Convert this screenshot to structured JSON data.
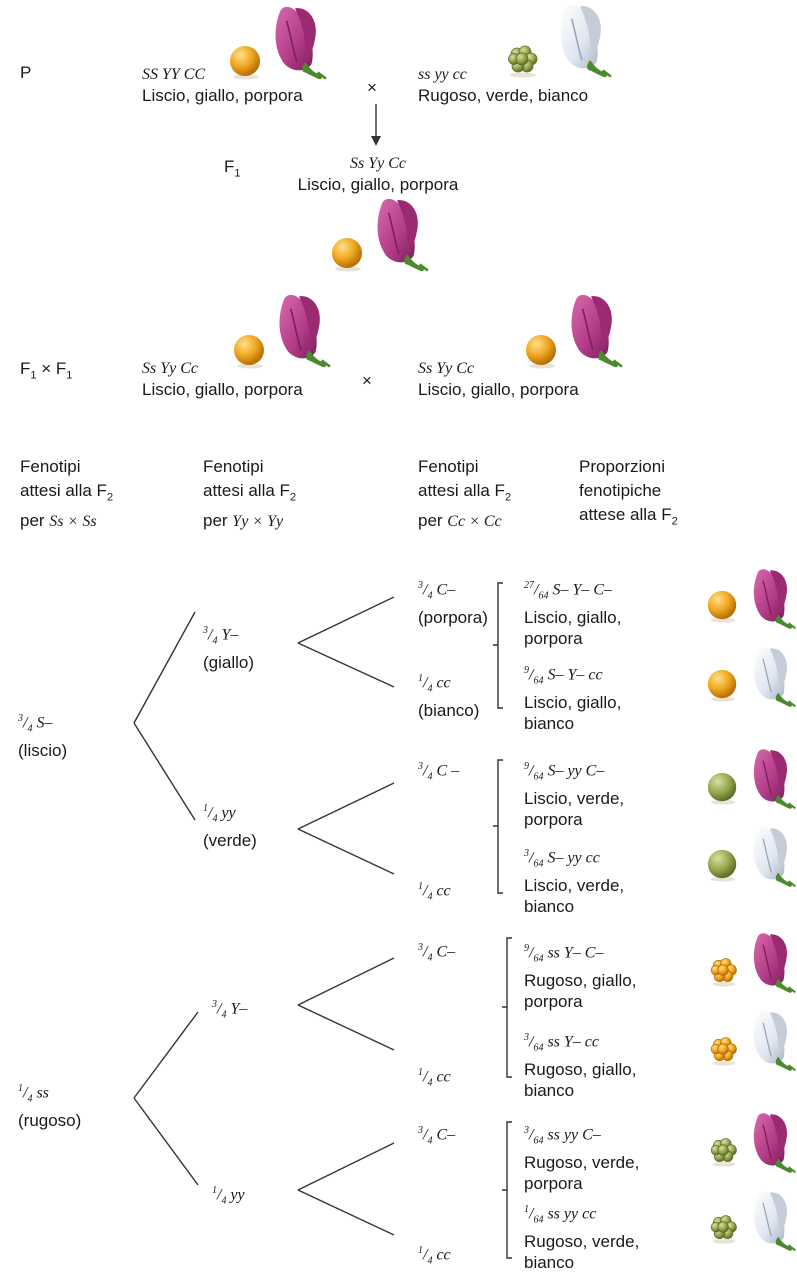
{
  "top": {
    "p_label": "P",
    "p_left_genotype": "SS YY CC",
    "p_left_phenotype": "Liscio, giallo, porpora",
    "cross_symbol": "×",
    "p_right_genotype": "ss yy cc",
    "p_right_phenotype": "Rugoso, verde, bianco",
    "f1_label": "F",
    "f1_sub": "1",
    "f1_genotype": "Ss Yy Cc",
    "f1_phenotype": "Liscio, giallo, porpora",
    "f1xf1_label_a": "F",
    "f1xf1_sub_a": "1",
    "f1xf1_times": " × F",
    "f1xf1_sub_b": "1",
    "f1xf1_left_genotype": "Ss Yy Cc",
    "f1xf1_left_phenotype": "Liscio, giallo, porpora",
    "f1xf1_right_genotype": "Ss Yy Cc",
    "f1xf1_right_phenotype": "Liscio, giallo, porpora"
  },
  "headers": [
    {
      "line1": "Fenotipi",
      "line2a": "attesi alla F",
      "sub": "2",
      "line3a": "per ",
      "line3b": "Ss × Ss"
    },
    {
      "line1": "Fenotipi",
      "line2a": "attesi alla F",
      "sub": "2",
      "line3a": "per ",
      "line3b": "Yy × Yy"
    },
    {
      "line1": "Fenotipi",
      "line2a": "attesi alla F",
      "sub": "2",
      "line3a": "per ",
      "line3b": "Cc × Cc"
    },
    {
      "line1": "Proporzioni",
      "line2a": "fenotipiche",
      "sub": "",
      "line3a": "attese alla F",
      "line3b": "2"
    }
  ],
  "s_nodes": [
    {
      "num": "3",
      "den": "4",
      "geno": "S–",
      "label": "(liscio)"
    },
    {
      "num": "1",
      "den": "4",
      "geno": "ss",
      "label": "(rugoso)"
    }
  ],
  "y_nodes": [
    {
      "num": "3",
      "den": "4",
      "geno": "Y–",
      "label": "(giallo)"
    },
    {
      "num": "1",
      "den": "4",
      "geno": "yy",
      "label": "(verde)"
    },
    {
      "num": "3",
      "den": "4",
      "geno": "Y–",
      "label": ""
    },
    {
      "num": "1",
      "den": "4",
      "geno": "yy",
      "label": ""
    }
  ],
  "c_nodes": [
    {
      "num": "3",
      "den": "4",
      "geno": "C–",
      "label": "(porpora)"
    },
    {
      "num": "1",
      "den": "4",
      "geno": "cc",
      "label": "(bianco)"
    },
    {
      "num": "3",
      "den": "4",
      "geno": "C –",
      "label": ""
    },
    {
      "num": "1",
      "den": "4",
      "geno": "cc",
      "label": ""
    },
    {
      "num": "3",
      "den": "4",
      "geno": "C–",
      "label": ""
    },
    {
      "num": "1",
      "den": "4",
      "geno": "cc",
      "label": ""
    },
    {
      "num": "3",
      "den": "4",
      "geno": "C–",
      "label": ""
    },
    {
      "num": "1",
      "den": "4",
      "geno": "cc",
      "label": ""
    }
  ],
  "results": [
    {
      "num": "27",
      "den": "64",
      "geno": "S– Y– C–",
      "line1": "Liscio, giallo,",
      "line2": "porpora",
      "seed": "smooth-yellow",
      "flower": "purple"
    },
    {
      "num": "9",
      "den": "64",
      "geno": "S– Y– cc",
      "line1": "Liscio, giallo,",
      "line2": "bianco",
      "seed": "smooth-yellow",
      "flower": "white"
    },
    {
      "num": "9",
      "den": "64",
      "geno": "S– yy C–",
      "line1": "Liscio, verde,",
      "line2": "porpora",
      "seed": "smooth-green",
      "flower": "purple"
    },
    {
      "num": "3",
      "den": "64",
      "geno": "S– yy cc",
      "line1": "Liscio, verde,",
      "line2": "bianco",
      "seed": "smooth-green",
      "flower": "white"
    },
    {
      "num": "9",
      "den": "64",
      "geno": "ss Y– C–",
      "line1": "Rugoso, giallo,",
      "line2": "porpora",
      "seed": "wrinkled-yellow",
      "flower": "purple"
    },
    {
      "num": "3",
      "den": "64",
      "geno": "ss Y– cc",
      "line1": "Rugoso, giallo,",
      "line2": "bianco",
      "seed": "wrinkled-yellow",
      "flower": "white"
    },
    {
      "num": "3",
      "den": "64",
      "geno": "ss yy C–",
      "line1": "Rugoso, verde,",
      "line2": "porpora",
      "seed": "wrinkled-green",
      "flower": "purple"
    },
    {
      "num": "1",
      "den": "64",
      "geno": "ss yy cc",
      "line1": "Rugoso, verde,",
      "line2": "bianco",
      "seed": "wrinkled-green",
      "flower": "white"
    }
  ],
  "colors": {
    "seed_yellow": "#f0a820",
    "seed_green": "#9aaa52",
    "flower_purple": "#b03a86",
    "flower_white": "#dfe6f0",
    "stem": "#4c8a2e",
    "line": "#333333"
  }
}
